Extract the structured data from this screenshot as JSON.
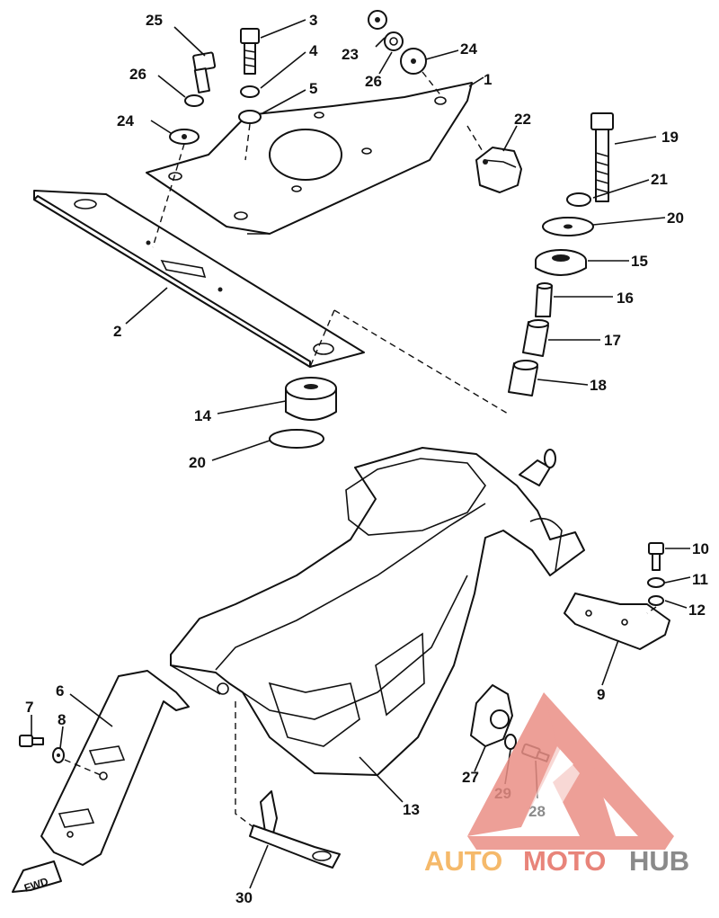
{
  "callouts": {
    "c1": "1",
    "c2": "2",
    "c3": "3",
    "c4": "4",
    "c5": "5",
    "c6": "6",
    "c7": "7",
    "c8": "8",
    "c9": "9",
    "c10": "10",
    "c11": "11",
    "c12": "12",
    "c13": "13",
    "c14": "14",
    "c15": "15",
    "c16": "16",
    "c17": "17",
    "c18": "18",
    "c19": "19",
    "c20a": "20",
    "c20b": "20",
    "c21": "21",
    "c22": "22",
    "c23": "23",
    "c24a": "24",
    "c24b": "24",
    "c25": "25",
    "c26a": "26",
    "c26b": "26",
    "c27": "27",
    "c28": "28",
    "c29": "29",
    "c30": "30"
  },
  "fwd_label": "FWD",
  "watermark": {
    "auto": "AUTO",
    "moto": "MOTO",
    "hub": "HUB",
    "colors": {
      "auto": "#f5b96a",
      "moto": "#e8847a",
      "hub": "#8a8a8a",
      "triangle": "#ea8f86"
    }
  }
}
